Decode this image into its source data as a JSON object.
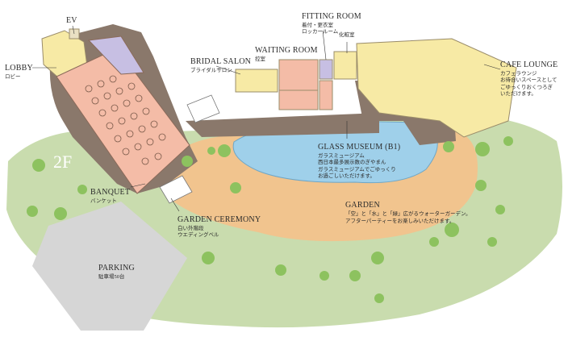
{
  "map": {
    "floor": "2F",
    "ev": "EV",
    "lobby": {
      "title": "LOBBY",
      "subtitle": "ロビー"
    },
    "bridal_salon": {
      "title": "BRIDAL SALON",
      "subtitle": "ブライダルサロン"
    },
    "waiting_room": {
      "title": "WAITING ROOM",
      "subtitle": "控室"
    },
    "fitting_room": {
      "title": "FITTING ROOM",
      "subtitle1": "着付・更衣室",
      "subtitle2": "ロッカールーム"
    },
    "powder_room": "化粧室",
    "cafe_lounge": {
      "title": "CAFE LOUNGE",
      "subtitle": "カフェラウンジ",
      "desc1": "お待合いスペースとして",
      "desc2": "ごゆっくりおくつろぎ",
      "desc3": "いただけます。"
    },
    "glass_museum": {
      "title": "GLASS MUSEUM (B1)",
      "subtitle": "ガラスミュージアム",
      "desc1": "西日本最多展示数のぎやまん",
      "desc2": "ガラスミュージアムでごゆっくり",
      "desc3": "お過ごしいただけます。"
    },
    "banquet": {
      "title": "BANQUET",
      "subtitle": "バンケット"
    },
    "garden_ceremony": {
      "title": "GARDEN CEREMONY",
      "subtitle1": "白い外階段",
      "subtitle2": "ウエディングベル"
    },
    "garden": {
      "title": "GARDEN",
      "desc1": "「空」と「水」と「緑」広がるウォーターガーデン。",
      "desc2": "アフターパーティーをお楽しみいただけます。"
    },
    "parking": {
      "title": "PARKING",
      "subtitle": "駐車場50台"
    }
  }
}
